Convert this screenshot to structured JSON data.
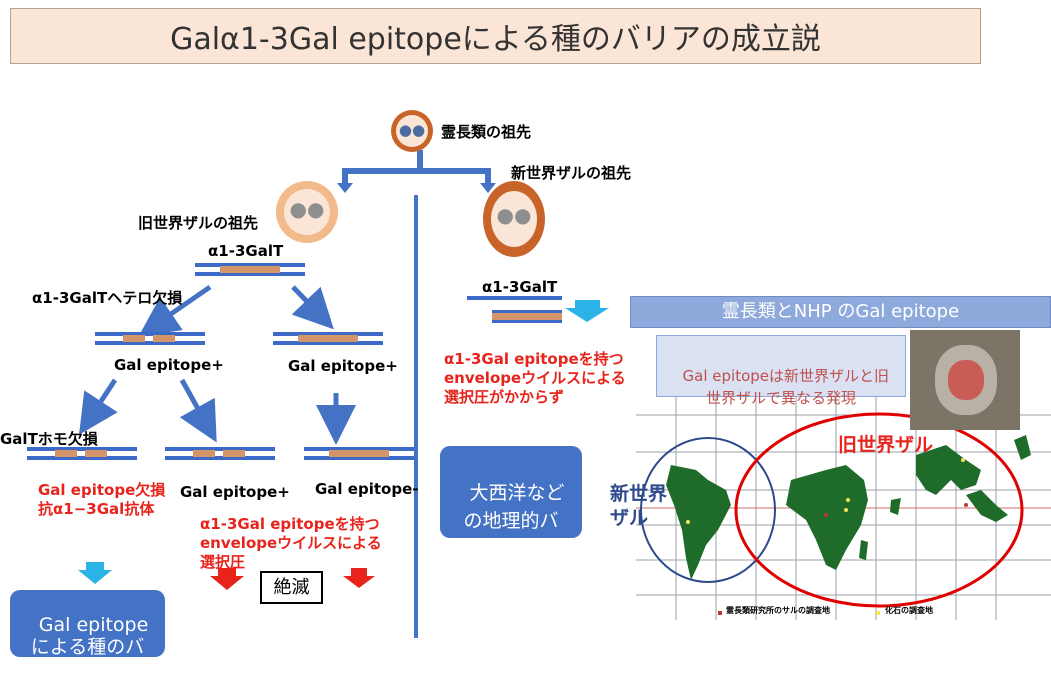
{
  "title": "Galα1-3Gal epitopeによる種のバリアの成立説",
  "ancestor_primate": "霊長類の祖先",
  "new_world_ancestor": "新世界ザルの祖先",
  "old_world_ancestor": "旧世界ザルの祖先",
  "gene_galt_left": "α1-3GalT",
  "hetero_loss": "α1-3GalTヘテロ欠損",
  "gal_epitope_plus_a": "Gal epitope+",
  "gal_epitope_plus_b": "Gal epitope+",
  "homo_loss": "GalTホモ欠損",
  "gal_epitope_plus_c": "Gal epitope+",
  "gal_epitope_minus": "Gal epitope-",
  "deficiency_note": "Gal epitope欠損\n抗α1−3Gal抗体",
  "selection_left": "α1-3Gal epitopeを持つ\nenvelopeウイルスによる\n選択圧",
  "extinct": "絶滅",
  "species_barrier": "Gal epitope\nによる種のバ\nリア",
  "gene_galt_right": "α1-3GalT",
  "selection_right": "α1-3Gal epitopeを持つ\nenvelopeウイルスによる\n選択圧がかからず",
  "geo_barrier": "大西洋など\nの地理的バ\nリア",
  "panel_header": "霊長類とNHP のGal epitope",
  "panel_note": "Gal epitopeは新世界ザルと旧\n世界ザルで異なる発現",
  "map_label_old": "旧世界ザル",
  "map_label_new": "新世界\nザル",
  "map_legend_a": "霊長類研究所のサルの調査地",
  "map_legend_b": "化石の調査地",
  "colors": {
    "blue": "#4472c4",
    "red": "#e8231b",
    "title_bg": "#fbe5d6",
    "gene_bar": "#3d6ac9",
    "gene_seg": "#d4956a",
    "land": "#1e6b2a"
  }
}
